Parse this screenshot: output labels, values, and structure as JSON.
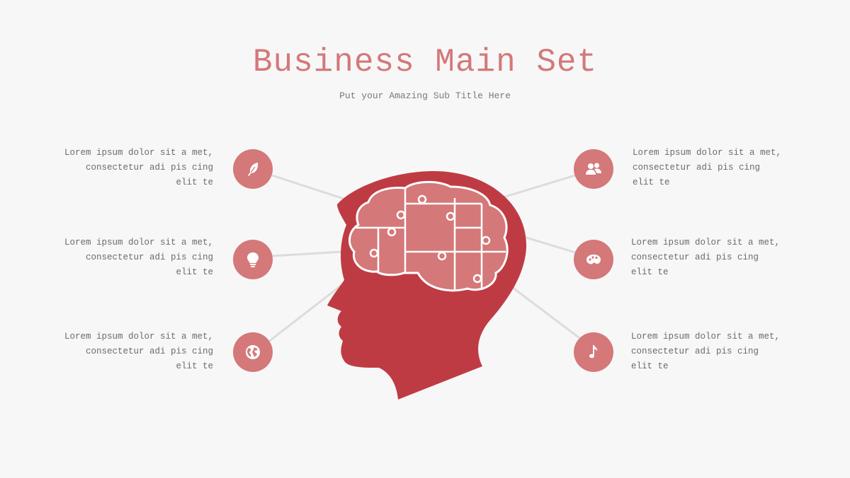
{
  "header": {
    "title": "Business Main Set",
    "subtitle": "Put your Amazing Sub Title Here"
  },
  "colors": {
    "accent": "#d4787a",
    "head": "#bf3b43",
    "brain": "#d4787a",
    "connector": "#dcdcdc",
    "background": "#f7f7f7",
    "text": "#6b6b6b"
  },
  "items_left": [
    {
      "icon": "feather-icon",
      "text": "Lorem ipsum dolor sit a met, consectetur adi pis cing elit te"
    },
    {
      "icon": "lightbulb-icon",
      "text": "Lorem ipsum dolor sit a met, consectetur adi pis cing elit te"
    },
    {
      "icon": "globe-icon",
      "text": "Lorem ipsum dolor sit a met, consectetur adi pis cing elit te"
    }
  ],
  "items_right": [
    {
      "icon": "users-icon",
      "text": "Lorem ipsum dolor sit a met, consectetur adi pis cing elit te"
    },
    {
      "icon": "palette-icon",
      "text": "Lorem ipsum dolor sit a met, consectetur adi pis cing elit te"
    },
    {
      "icon": "music-note-icon",
      "text": "Lorem ipsum dolor sit a met, consectetur adi pis cing elit te"
    }
  ]
}
